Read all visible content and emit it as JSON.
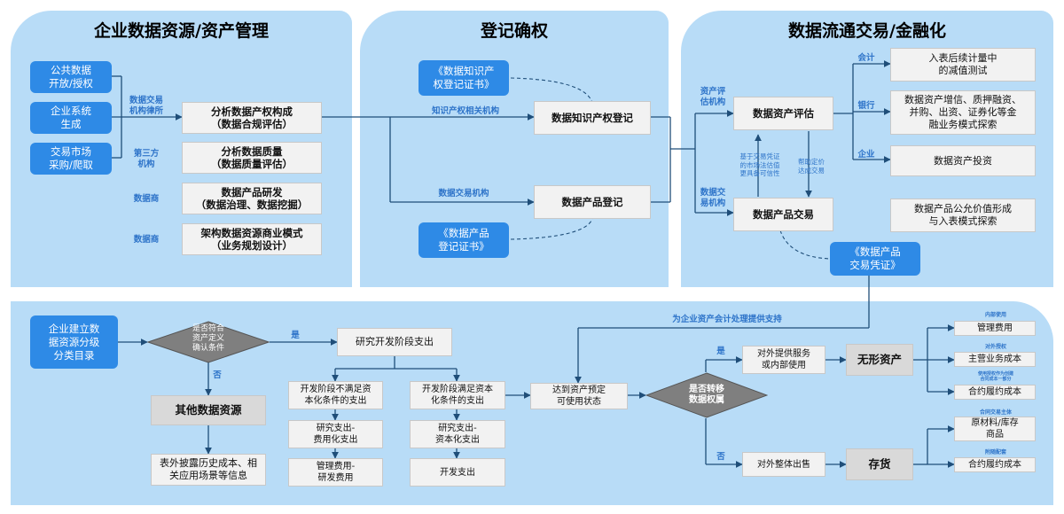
{
  "panels": {
    "p1_title": "企业数据资源/资产管理",
    "p2_title": "登记确权",
    "p3_title": "数据流通交易/金融化"
  },
  "p1": {
    "sources": [
      "公共数据\n开放/授权",
      "企业系统\n生成",
      "交易市场\n采购/爬取"
    ],
    "labels": [
      "数据交易\n机构律所",
      "第三方\n机构",
      "数据商",
      "数据商"
    ],
    "steps": [
      "分析数据产权构成\n（数据合规评估）",
      "分析数据质量\n（数据质量评估）",
      "数据产品研发\n（数据治理、数据挖掘）",
      "架构数据资源商业模式\n（业务规划设计）"
    ]
  },
  "p2": {
    "cert1": "《数据知识产\n权登记证书》",
    "cert2": "《数据产品\n登记证书》",
    "label_ip": "知识产权相关机构",
    "label_trade": "数据交易机构",
    "reg_ip": "数据知识产权登记",
    "reg_product": "数据产品登记"
  },
  "p3": {
    "label_eval": "资产评\n估机构",
    "label_trade": "数据交\n易机构",
    "eval": "数据资产评估",
    "trade": "数据产品交易",
    "note_up": "基于交易凭证\n的市场法估值\n更具备可信性",
    "note_down": "帮助定价\n达成交易",
    "cat_acct": "会计",
    "cat_bank": "银行",
    "cat_ent": "企业",
    "out1": "入表后续计量中\n的减值测试",
    "out2": "数据资产增信、质押融资、\n并购、出资、证券化等金\n融业务模式探索",
    "out3": "数据资产投资",
    "out4": "数据产品公允价值形成\n与入表模式探索",
    "voucher": "《数据产品\n交易凭证》"
  },
  "bottom": {
    "start": "企业建立数\n据资源分级\n分类目录",
    "diamond1": "是否符合\n资产定义\n确认条件",
    "yes": "是",
    "no": "否",
    "other": "其他数据资源",
    "other_note": "表外披露历史成本、相\n关应用场景等信息",
    "rd": "研究开发阶段支出",
    "rd_left": [
      "开发阶段不满足资\n本化条件的支出",
      "研究支出-\n费用化支出",
      "管理费用-\n研发费用"
    ],
    "rd_right": [
      "开发阶段满足资本\n化条件的支出",
      "研究支出-\n资本化支出",
      "开发支出"
    ],
    "ready": "达到资产预定\n可使用状态",
    "diamond2": "是否转移\n数据权属",
    "support": "为企业资产会计处理提供支持",
    "yes2": "是",
    "no2": "否",
    "service": "对外提供服务\n或内部使用",
    "intangible": "无形资产",
    "sale": "对外整体出售",
    "inventory": "存货",
    "intang_items": [
      {
        "tag": "内部使用",
        "item": "管理费用"
      },
      {
        "tag": "对外授权",
        "item": "主营业务成本"
      },
      {
        "tag": "使用授权作为创建\n合同成本一部分",
        "item": "合约履约成本"
      }
    ],
    "inv_items": [
      {
        "tag": "合同交易主体",
        "item": "原材料/库存\n商品"
      },
      {
        "tag": "附随配套",
        "item": "合约履约成本"
      }
    ]
  }
}
